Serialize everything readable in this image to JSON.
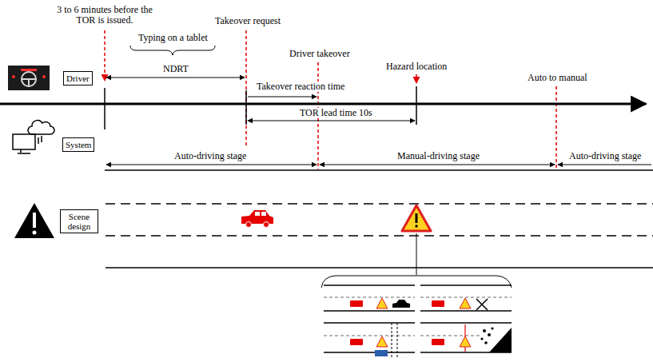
{
  "diagram": {
    "nodes": [
      {
        "text": [
          "Driver"
        ]
      },
      {
        "text": [
          "System"
        ]
      },
      {
        "text": [
          "Scene design"
        ]
      }
    ],
    "labels": [
      "3 to 6 minutes before the TOR is issued.",
      "Takeover request",
      "Typing on a tablet",
      "NDRT",
      "Driver takeover",
      "Hazard location",
      "Auto to manual",
      "Takeover reaction time",
      "TOR lead time 10s",
      "Auto-driving stage",
      "Manual-driving stage",
      "Auto-driving stage"
    ]
  }
}
